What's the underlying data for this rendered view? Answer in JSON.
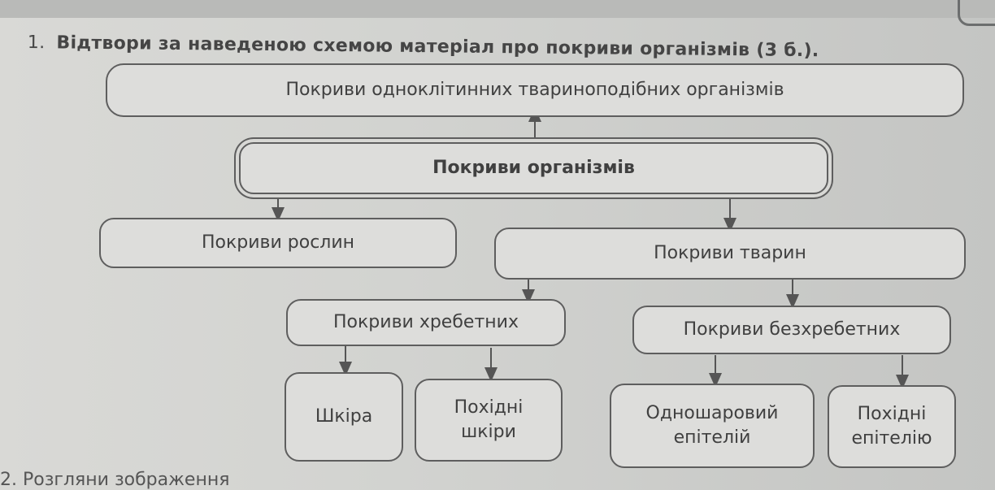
{
  "task": {
    "number": "1.",
    "text": "Відтвори за наведеною схемою матеріал про покриви організмів (3 б.)."
  },
  "diagram": {
    "top": "Покриви одноклітинних твариноподібних організмів",
    "center": "Покриви організмів",
    "plants": "Покриви рослин",
    "animals": "Покриви тварин",
    "vertebrates": "Покриви хребетних",
    "invertebrates": "Покриви безхребетних",
    "skin": "Шкіра",
    "skin_derivatives": "Похідні шкіри",
    "single_epithelium": "Одношаровий епітелій",
    "epithelium_derivatives": "Похідні епітелію"
  },
  "bottom_text": "2. Розгляни зображення"
}
